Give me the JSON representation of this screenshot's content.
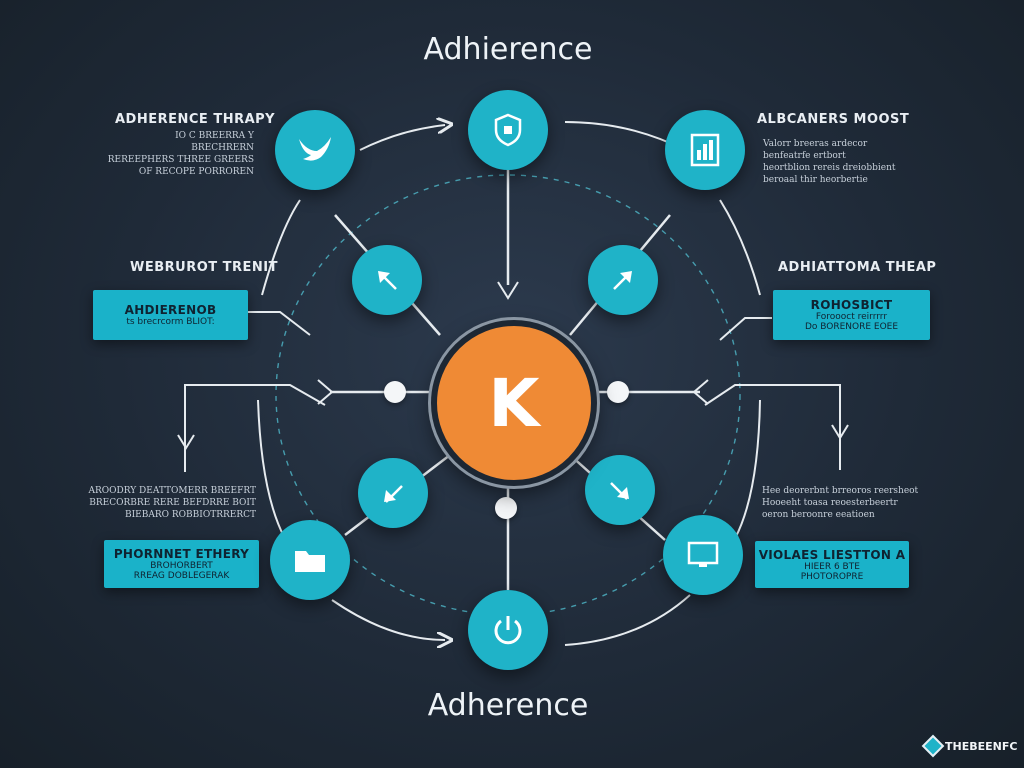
{
  "diagram": {
    "title_top": "Adhierence",
    "title_bottom": "Adherence",
    "center_label": "K",
    "logo_text": "THEBEENFC",
    "colors": {
      "background": "#1f2a38",
      "node_teal": "#1fb3c8",
      "center_orange": "#ef8a35",
      "banner_teal": "#1ab2c9",
      "line": "#e6ebef",
      "dashed": "#4fb8c9"
    },
    "top_left": {
      "heading": "ADHERENCE THRAPY",
      "lines": [
        "IO C BREERRA Y",
        "BRECHRERN",
        "REREEPHERS THREE GREERS",
        "OF RECOPE PORROREN"
      ],
      "icon": "bird-icon"
    },
    "top_right": {
      "heading": "ALBCANERS MOOST",
      "lines": [
        "Valorr breeras ardecor",
        "benfeatrfe ertbort",
        "heortblion rereis dreiobbient",
        "beroaal thir heorbertie"
      ],
      "icon": "chart-icon"
    },
    "mid_left": {
      "heading": "WEBRUROT TRENIT",
      "banner_title": "AHDIERENOB",
      "banner_sub": "ts brecrcorm BLIOT:"
    },
    "mid_right": {
      "heading": "ADHIATTOMA THEAP",
      "banner_title": "ROHOSBICT",
      "banner_sub": "Foroooct reirrrrr",
      "banner_sub2": "Do BORENORE EOEE"
    },
    "low_left": {
      "lines": [
        "AROODRY DEATTOMERR BREEFRT",
        "BRECORBRE RERE BEFDRRE BOIT",
        "BIEBARO ROBBIOTRRERCT"
      ],
      "banner_title": "PHORNNET ETHERY",
      "banner_sub": "BROHORBERT",
      "banner_sub2": "RREAG DOBLEGERAK",
      "icon": "folder-icon"
    },
    "low_right": {
      "lines": [
        "Hee deorerbnt brreoros reersheot",
        "Hooeeht toasa reoesterbeertr",
        "oeron beroonre eeatioen"
      ],
      "banner_title": "VIOLAES LIESTTON A",
      "banner_sub": "HIEER 6 BTE",
      "banner_sub2": "PHOTOROPRE",
      "icon": "monitor-icon"
    },
    "nodes": {
      "top": "shield-icon",
      "bottom": "power-icon",
      "inner_ul": "arrow-icon",
      "inner_ur": "arrow-icon",
      "inner_ll": "arrow-icon",
      "inner_lr": "arrow-icon"
    }
  }
}
